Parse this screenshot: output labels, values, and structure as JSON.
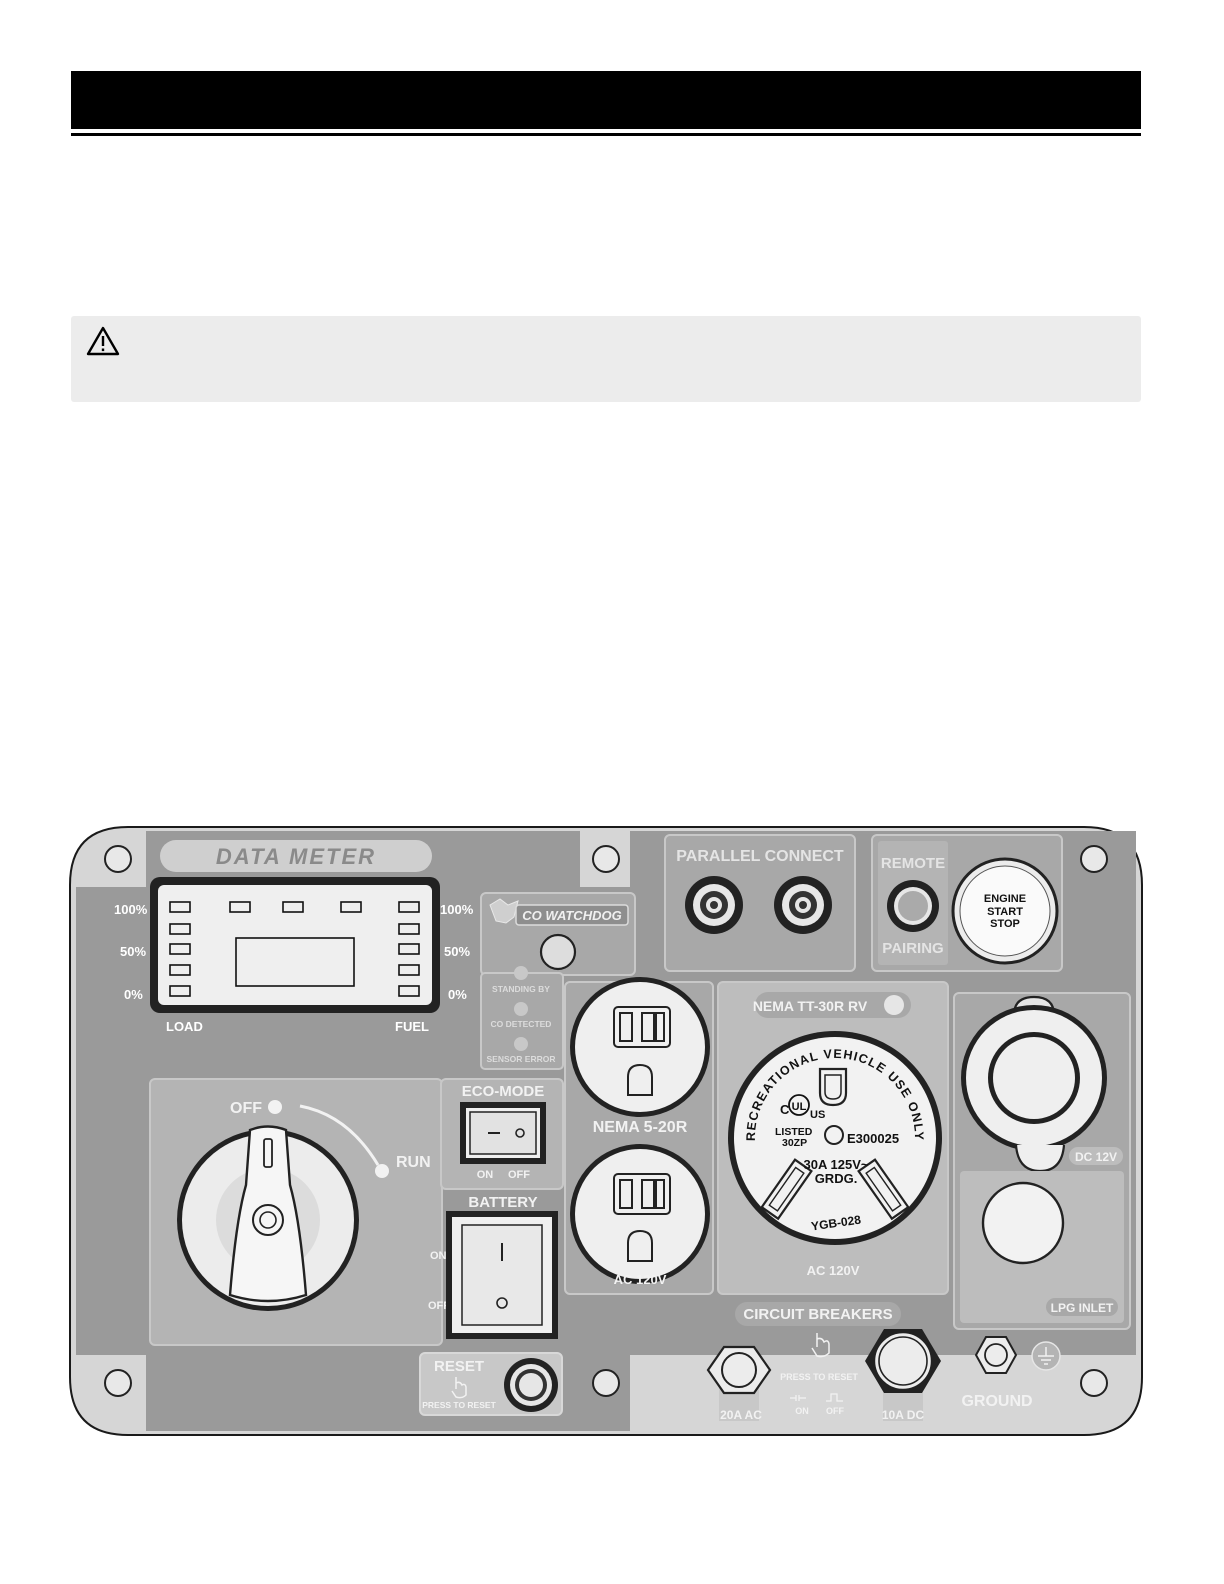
{
  "panel": {
    "data_meter": {
      "title": "DATA METER",
      "left_scale": [
        "100%",
        "50%",
        "0%"
      ],
      "right_scale": [
        "100%",
        "50%",
        "0%"
      ],
      "load_label": "LOAD",
      "fuel_label": "FUEL"
    },
    "co_watchdog": {
      "logo_text": "CO WATCHDOG",
      "status_items": [
        "STANDING BY",
        "CO DETECTED",
        "SENSOR ERROR"
      ]
    },
    "parallel_connect": {
      "label": "PARALLEL CONNECT"
    },
    "remote": {
      "top_label": "REMOTE",
      "bottom_label": "PAIRING"
    },
    "engine_button": {
      "line1": "ENGINE",
      "line2": "START",
      "line3": "STOP"
    },
    "outlets_5_20": {
      "label": "NEMA 5-20R",
      "voltage": "AC 120V"
    },
    "rv_outlet": {
      "label": "NEMA TT-30R RV",
      "voltage": "AC 120V",
      "arc_text": "RECREATIONAL VEHICLE USE ONLY",
      "listing_c": "C",
      "listing_ul": "UL",
      "listing_us": "US",
      "listed": "LISTED",
      "code": "30ZP",
      "file_no": "E300025",
      "rating": "30A  125V~",
      "grounding": "GRDG.",
      "model": "YGB-028"
    },
    "dc_outlet": {
      "label": "DC 12V"
    },
    "lpg": {
      "label": "LPG INLET"
    },
    "dial": {
      "off_label": "OFF",
      "run_label": "RUN"
    },
    "eco_mode": {
      "label": "ECO-MODE",
      "on_label": "ON",
      "off_label": "OFF"
    },
    "battery": {
      "label": "BATTERY",
      "on_label": "ON",
      "off_label": "OFF"
    },
    "reset": {
      "label": "RESET",
      "press_label": "PRESS TO RESET"
    },
    "circuit_breakers": {
      "label": "CIRCUIT BREAKERS",
      "press_label": "PRESS TO RESET",
      "on_label": "ON",
      "off_label": "OFF",
      "breaker_ac": "20A AC",
      "breaker_dc": "10A DC"
    },
    "ground": {
      "label": "GROUND"
    }
  }
}
